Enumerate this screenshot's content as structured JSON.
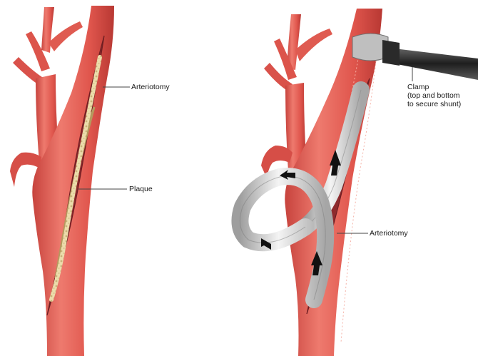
{
  "labels": {
    "left_arteriotomy": "Arteriotomy",
    "plaque": "Plaque",
    "clamp_title": "Clamp",
    "clamp_note_1": "(top and bottom",
    "clamp_note_2": "to secure shunt)",
    "right_arteriotomy": "Arteriotomy"
  },
  "colors": {
    "artery": "#e0564d",
    "artery_shade": "#c23c37",
    "artery_light": "#f0877c",
    "lumen": "#8f2b2e",
    "plaque": "#e8d9a6",
    "shunt": "#e6e6e6",
    "shunt_shade": "#a9a9a9",
    "clamp_metal": "#3a3a3a",
    "leader_line": "#444444",
    "arrow": "#111111"
  },
  "icons": {
    "flow_arrow": "flow-direction-arrow-icon",
    "clamp": "vascular-clamp-icon"
  }
}
